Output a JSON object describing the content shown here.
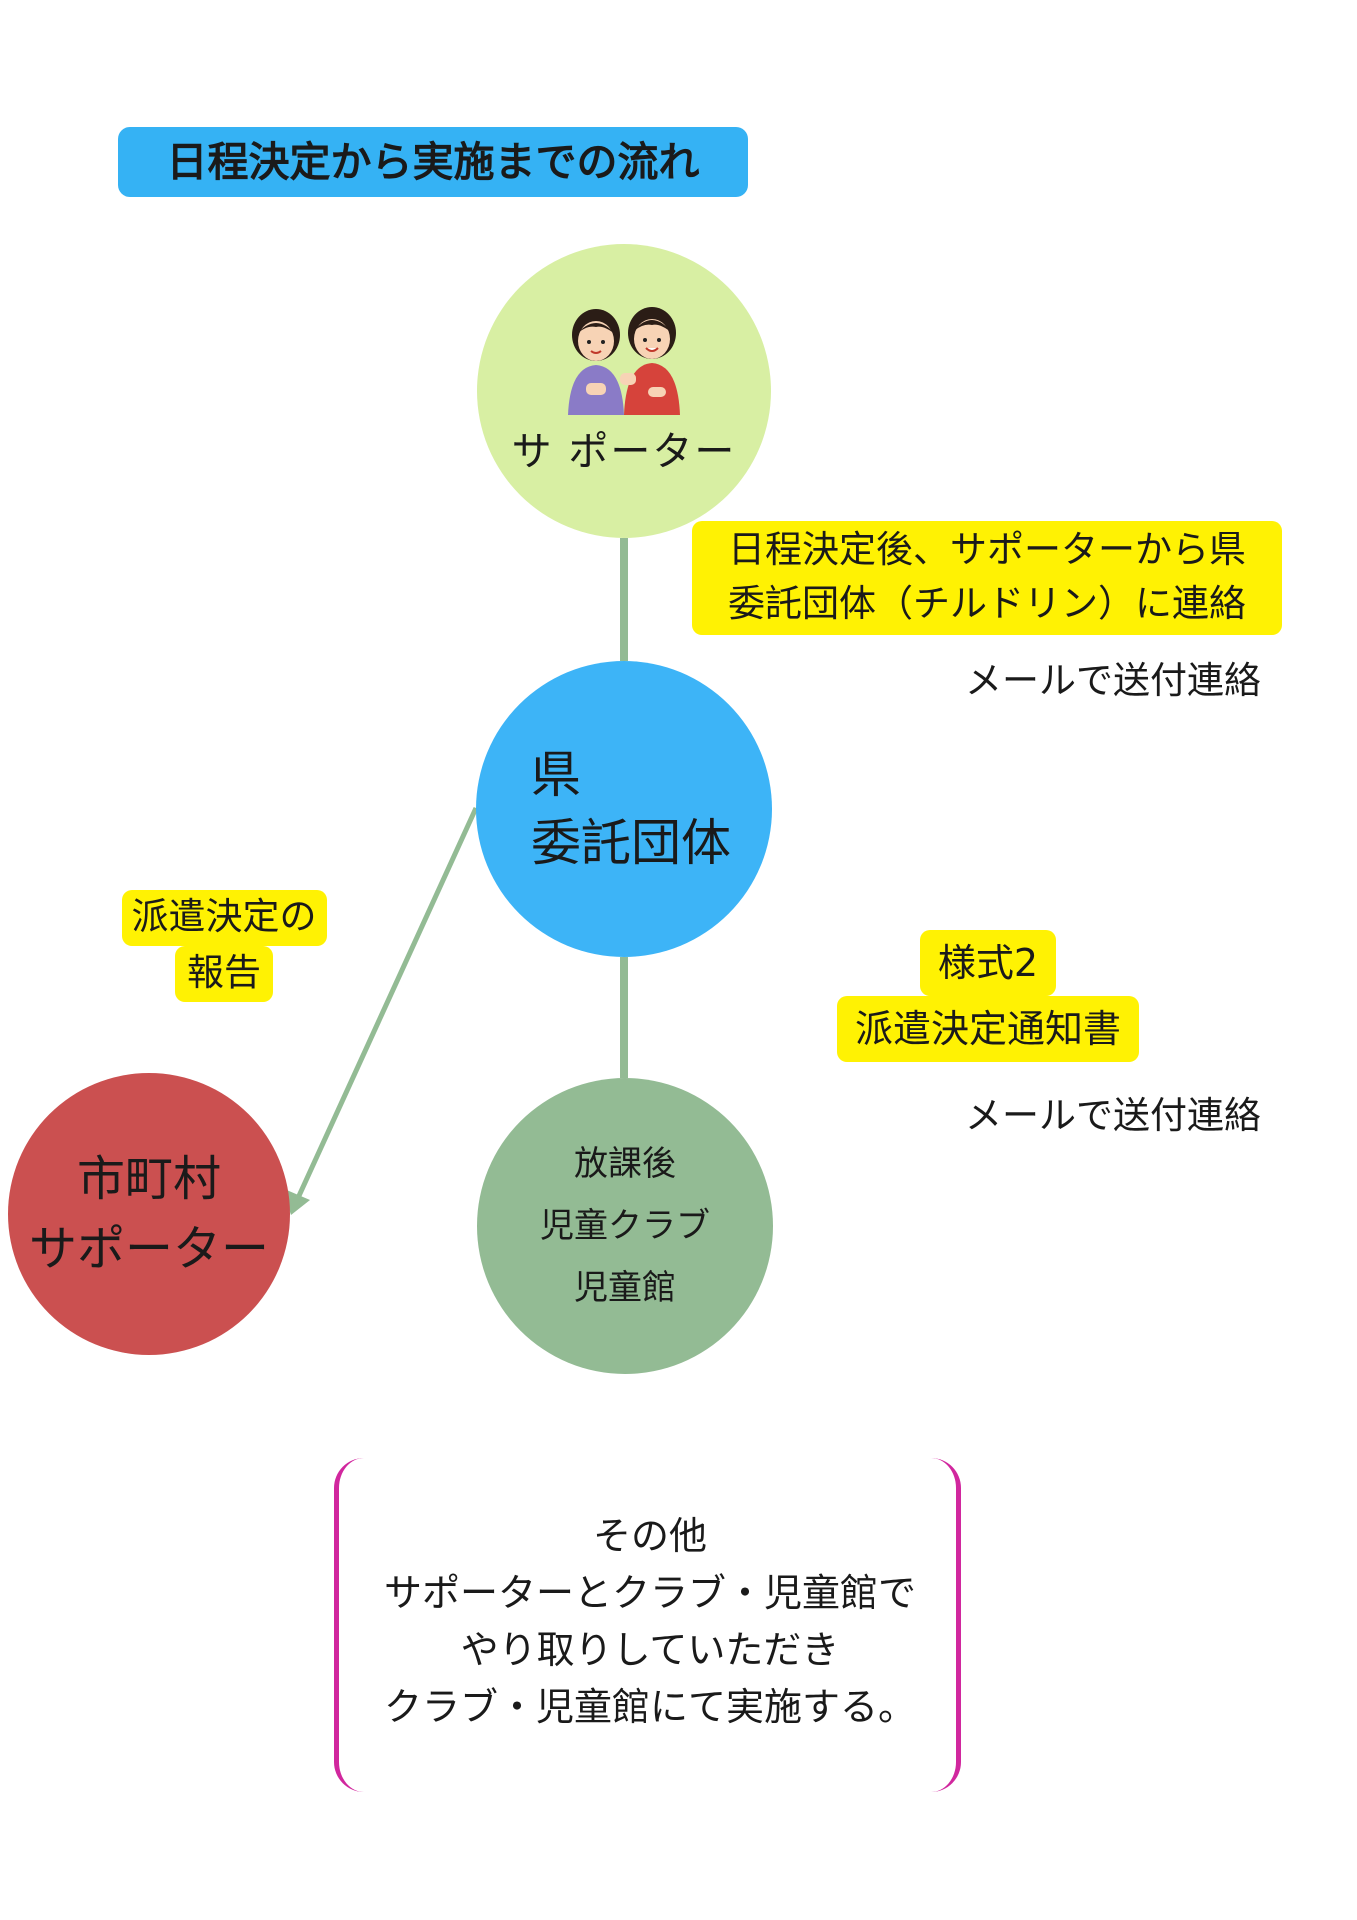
{
  "title": "日程決定から実施までの流れ",
  "nodes": {
    "supporter": {
      "label": "サ ポーター"
    },
    "prefecture": {
      "line1": "県",
      "line2": "委託団体"
    },
    "municipality": {
      "line1": "市町村",
      "line2": "サポーター"
    },
    "club": {
      "line1": "放課後",
      "line2": "児童クラブ",
      "line3": "児童館"
    }
  },
  "notes": {
    "contact": {
      "line1": "日程決定後、サポーターから県",
      "line2": "委託団体（チルドリン）に連絡"
    },
    "mail_1": "メールで送付連絡",
    "report": {
      "line1": "派遣決定の",
      "line2": "報告"
    },
    "form": {
      "line1": "様式2",
      "line2": "派遣決定通知書"
    },
    "mail_2": "メールで送付連絡"
  },
  "other": {
    "line1": "その他",
    "line2": "サポーターとクラブ・児童館で",
    "line3": "やり取りしていただき",
    "line4": "クラブ・児童館にて実施する。"
  },
  "colors": {
    "title_bg": "#35b2f4",
    "supporter": "#d8efa3",
    "prefecture": "#3db4f7",
    "municipality": "#cb5050",
    "club": "#93bb94",
    "connector": "#93bb94",
    "highlight": "#fff203",
    "bracket": "#d1279e"
  }
}
